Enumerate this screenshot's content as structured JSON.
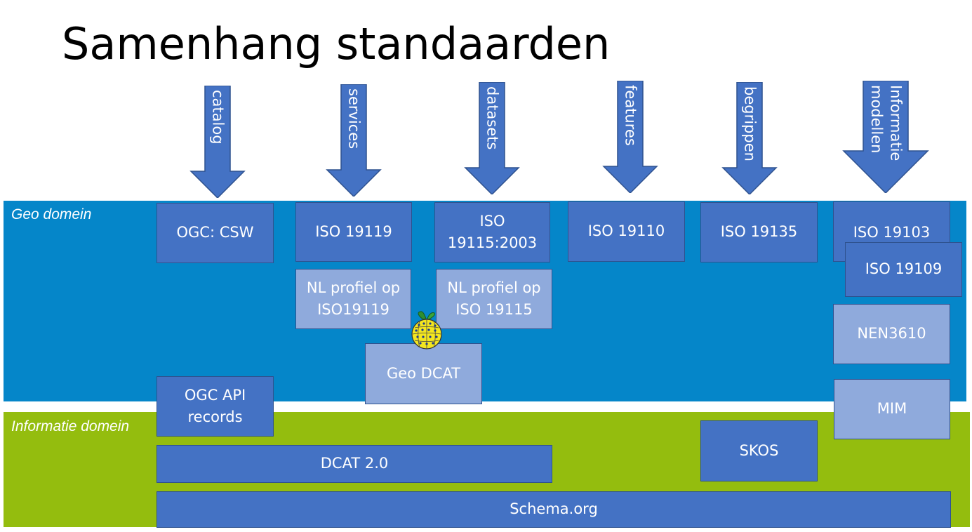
{
  "title": "Samenhang standaarden",
  "domains": {
    "geo": {
      "label": "Geo domein",
      "color": "#0586c9"
    },
    "info": {
      "label": "Informatie domein",
      "color": "#94bd0e"
    }
  },
  "arrows": [
    {
      "label": "catalog"
    },
    {
      "label": "services"
    },
    {
      "label": "datasets"
    },
    {
      "label": "features"
    },
    {
      "label": "begrippen"
    },
    {
      "label_line1": "Informatie",
      "label_line2": "modellen"
    }
  ],
  "boxes": {
    "ogc_csw": "OGC: CSW",
    "iso19119": "ISO 19119",
    "iso19115_line1": "ISO",
    "iso19115_line2": "19115:2003",
    "iso19110": "ISO 19110",
    "iso19135": "ISO 19135",
    "iso19103": "ISO 19103",
    "iso19109": "ISO 19109",
    "nl_iso19119_line1": "NL profiel op",
    "nl_iso19119_line2": "ISO19119",
    "nl_iso19115_line1": "NL profiel op",
    "nl_iso19115_line2": "ISO 19115",
    "nen3610": "NEN3610",
    "geo_dcat": "Geo DCAT",
    "mim": "MIM",
    "ogc_api_line1": "OGC API",
    "ogc_api_line2": "records",
    "skos": "SKOS",
    "dcat2": "DCAT 2.0",
    "schema_org": "Schema.org"
  },
  "colors": {
    "dark_box": "#4472c4",
    "light_box": "#8faadc",
    "arrow": "#4472c4",
    "box_border": "#2f528f"
  },
  "icons": {
    "logo": "yellow-pineapple-globe-icon"
  }
}
